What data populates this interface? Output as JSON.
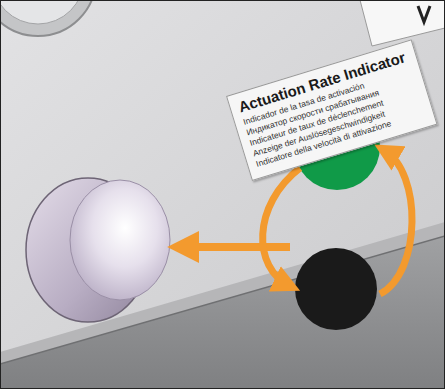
{
  "diagram": {
    "nodes": [
      {
        "text": [
          "Actuation Rate Indicator",
          "Indicador de la tasa de activación",
          "Индикатор скорости срабатывания",
          "Indicateur de taux de déclenchement",
          "Anzeige der Auslösegeschwindigkeit",
          "Indicatore della velocità di attivazione"
        ]
      }
    ]
  }
}
